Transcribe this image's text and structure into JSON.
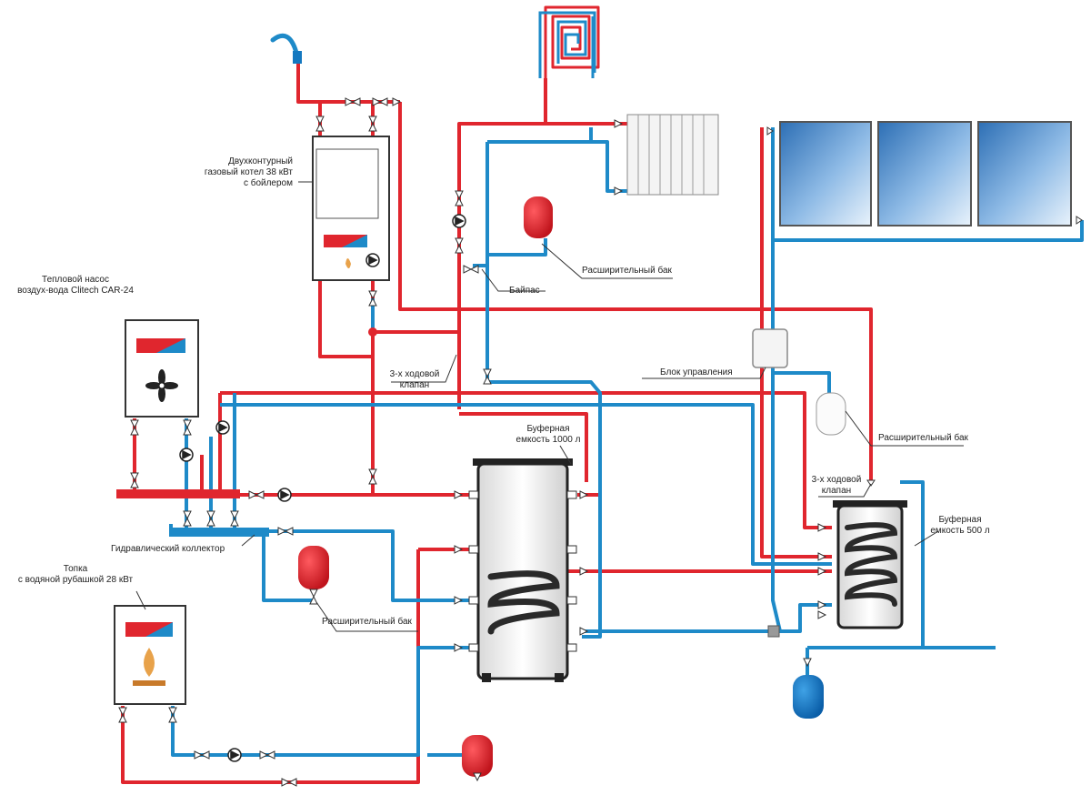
{
  "labels": {
    "gas_boiler": [
      "Двухконтурный",
      "газовый котел 38 кВт",
      "с бойлером"
    ],
    "heat_pump": [
      "Тепловой насос",
      "воздух-вода Clitech CAR-24"
    ],
    "exp_tank_top": "Расширительный бак",
    "bypass": "Байпас",
    "three_way_valve_1": [
      "3-х ходовой",
      "клапан"
    ],
    "control_unit": "Блок управления",
    "exp_tank_right": "Расширительный бак",
    "buffer_1000": [
      "Буферная",
      "емкость 1000 л"
    ],
    "three_way_valve_2": [
      "3-х ходовой",
      "клапан"
    ],
    "buffer_500": [
      "Буферная",
      "емкость 500 л"
    ],
    "hydraulic_collector": "Гидравлический коллектор",
    "furnace": [
      "Топка",
      "с водяной рубашкой 28 кВт"
    ],
    "exp_tank_mid": "Расширительный бак"
  },
  "colors": {
    "hot_pipe": "#e0262e",
    "cold_pipe": "#1e8ac8",
    "expansion_tank_red": "#d9202a",
    "expansion_tank_blue": "#1478c0",
    "solar_panel": "#3b82c4"
  },
  "icons": [
    "faucet-icon",
    "floor-heating-icon",
    "radiator-icon",
    "solar-collector-icon",
    "fan-icon",
    "flame-icon",
    "pump-icon",
    "valve-icon",
    "coil-icon"
  ]
}
